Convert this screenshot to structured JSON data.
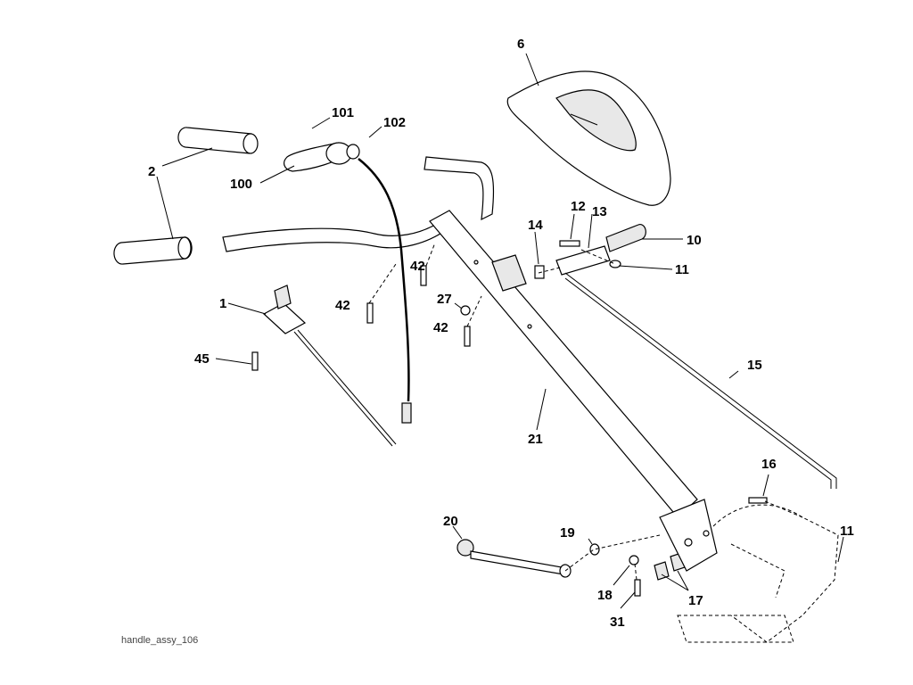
{
  "caption": "handle_assy_106",
  "callouts": {
    "c1": "1",
    "c2": "2",
    "c6": "6",
    "c10": "10",
    "c11a": "11",
    "c11b": "11",
    "c12": "12",
    "c13": "13",
    "c14": "14",
    "c15": "15",
    "c16": "16",
    "c17": "17",
    "c18": "18",
    "c19": "19",
    "c20": "20",
    "c21": "21",
    "c27": "27",
    "c31": "31",
    "c42a": "42",
    "c42b": "42",
    "c42c": "42",
    "c45": "45",
    "c100": "100",
    "c101": "101",
    "c102": "102"
  }
}
